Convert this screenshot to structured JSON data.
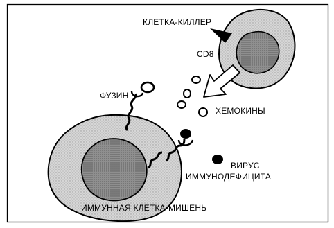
{
  "labels": {
    "killer_cell": "КЛЕТКА-КИЛЛЕР",
    "cd8": "CD8",
    "fusin": "ФУЗИН",
    "chemokines": "ХЕМОКИНЫ",
    "virus_line1": "ВИРУС",
    "virus_line2": "ИММУНОДЕФИЦИТА",
    "target_cell": "ИММУННАЯ КЛЕТКА-МИШЕНЬ"
  },
  "colors": {
    "border": "#000000",
    "cell_fill": "#d6d6d6",
    "cell_stipple": "#9a9a9a",
    "nucleus_fill": "#8f8f8f",
    "nucleus_stipple": "#555555",
    "ink": "#000000"
  }
}
